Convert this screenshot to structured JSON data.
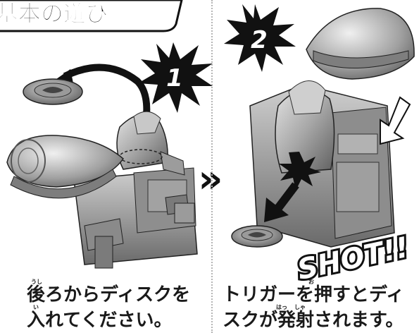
{
  "header": {
    "title_fragment": "基本の遊び"
  },
  "steps": [
    {
      "number": "1",
      "caption_line1": "後ろからディスクを",
      "caption_line2": "入れてください。",
      "ruby": [
        {
          "base": "後",
          "reading": "うし"
        },
        {
          "base": "入",
          "reading": "い"
        }
      ]
    },
    {
      "number": "2",
      "caption_line1": "トリガーを押すとディ",
      "caption_line2": "スクが発射されます。",
      "ruby": [
        {
          "base": "押",
          "reading": "お"
        },
        {
          "base": "発",
          "reading": "はっ"
        },
        {
          "base": "射",
          "reading": "しゃ"
        }
      ],
      "sound_effect": "SHOT!!"
    }
  ],
  "next_arrow": "»",
  "colors": {
    "ink": "#111111",
    "metal": "#a9a9a9",
    "metal_dark": "#6f6f6f",
    "metal_light": "#d6d6d6",
    "divider": "#b5b5b5"
  }
}
